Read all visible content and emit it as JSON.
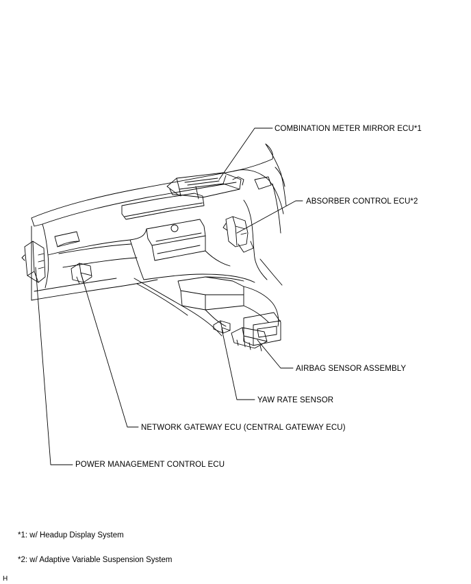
{
  "labels": {
    "combination_meter": "COMBINATION METER MIRROR ECU*1",
    "absorber_control": "ABSORBER CONTROL ECU*2",
    "airbag_sensor": "AIRBAG SENSOR ASSEMBLY",
    "yaw_rate": "YAW RATE SENSOR",
    "network_gateway": "NETWORK GATEWAY ECU (CENTRAL GATEWAY ECU)",
    "power_management": "POWER MANAGEMENT CONTROL ECU"
  },
  "footnotes": {
    "note1": "*1: w/ Headup Display System",
    "note2": "*2: w/ Adaptive Variable Suspension System"
  },
  "figure_code": "H"
}
